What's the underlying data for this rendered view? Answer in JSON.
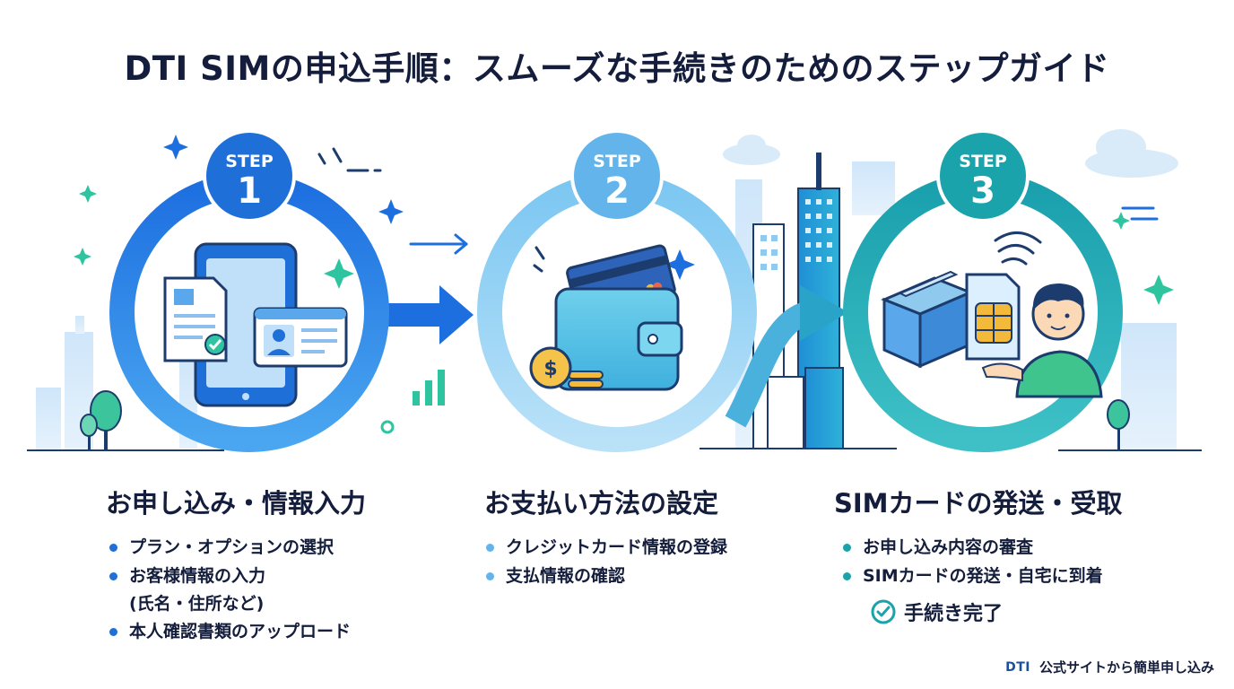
{
  "title": "DTI SIMの申込手順：スムーズな手続きのためのステップガイド",
  "steps": [
    {
      "badge_label": "STEP",
      "number": "1",
      "heading": "お申し込み・情報入力",
      "items": [
        "プラン・オプションの選択",
        "お客様情報の入力",
        "(氏名・住所など)",
        "本人確認書類のアップロード"
      ],
      "color": "#1f6fd8"
    },
    {
      "badge_label": "STEP",
      "number": "2",
      "heading": "お支払い方法の設定",
      "items": [
        "クレジットカード情報の登録",
        "支払情報の確認"
      ],
      "color": "#62b4ea"
    },
    {
      "badge_label": "STEP",
      "number": "3",
      "heading": "SIMカードの発送・受取",
      "items": [
        "お申し込み内容の審査",
        "SIMカードの発送・自宅に到着"
      ],
      "completion": "手続き完了",
      "color": "#1aa3ab"
    }
  ],
  "footer": {
    "logo": "DTI",
    "text": "公式サイトから簡単申し込み"
  },
  "colors": {
    "title": "#141d3b",
    "step1": "#1f6fd8",
    "step2": "#62b4ea",
    "step3": "#1aa3ab",
    "accent_green": "#2ec4a0"
  }
}
